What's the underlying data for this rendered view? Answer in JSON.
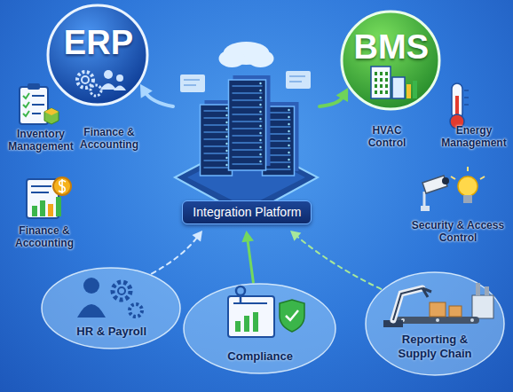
{
  "diagram": {
    "nodes": [
      {
        "text": [
          "ERP"
        ]
      },
      {
        "text": [
          "BMS"
        ]
      },
      {
        "text": [
          "Integration Platform"
        ]
      },
      {
        "text": [
          "HR & Payroll"
        ]
      },
      {
        "text": [
          "Compliance"
        ]
      },
      {
        "text": [
          "Reporting & Supply Chain"
        ]
      }
    ],
    "edges": [
      {
        "from": 2,
        "to": 0,
        "arrow": "to"
      },
      {
        "from": 2,
        "to": 1,
        "arrow": "to"
      },
      {
        "from": 3,
        "to": 2,
        "arrow": "to"
      },
      {
        "from": 4,
        "to": 2,
        "arrow": "to"
      },
      {
        "from": 5,
        "to": 2,
        "arrow": "to"
      }
    ],
    "labels": [
      "Inventory Management",
      "Finance & Accounting",
      "Finance & Accounting",
      "HVAC Control",
      "Energy Management",
      "Security & Access Control"
    ]
  }
}
